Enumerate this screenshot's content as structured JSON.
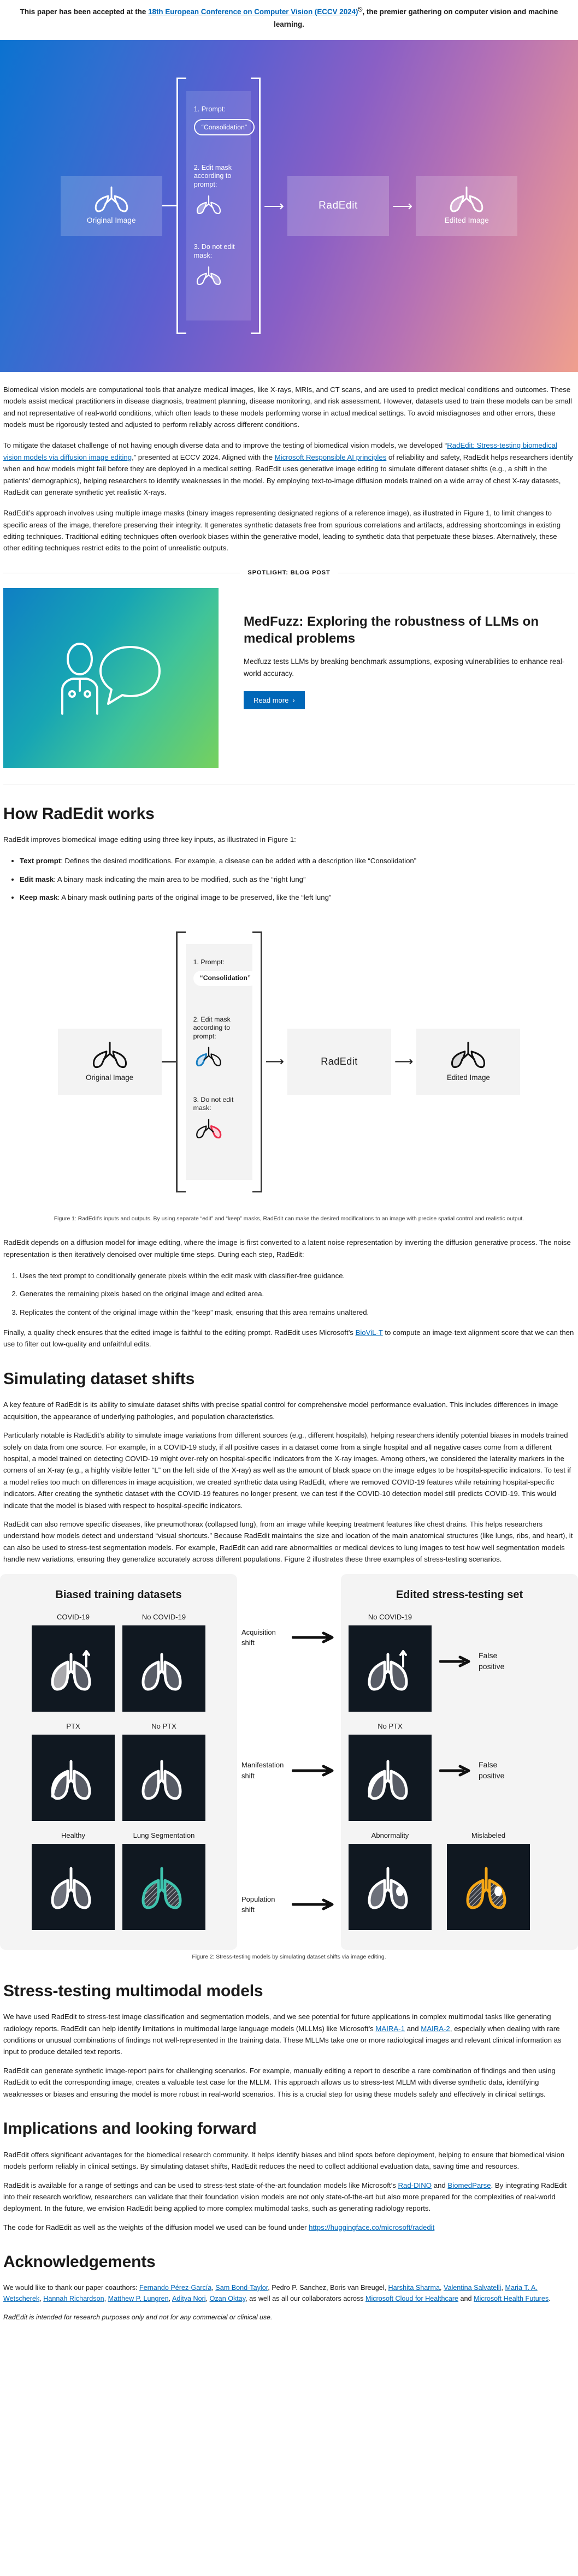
{
  "accepted_note": {
    "prefix": "This paper has been accepted at the ",
    "link": "18th European Conference on Computer Vision (ECCV 2024)",
    "suffix": ", the premier gathering on computer vision and machine learning."
  },
  "hero": {
    "original_label": "Original Image",
    "step1_title": "1. Prompt:",
    "prompt_pill": "“Consolidation”",
    "step2_title": "2. Edit mask according to prompt:",
    "step3_title": "3. Do not edit mask:",
    "radedit_label": "RadEdit",
    "edited_label": "Edited Image"
  },
  "intro": {
    "p1": "Biomedical vision models are computational tools that analyze medical images, like X-rays, MRIs, and CT scans, and are used to predict medical conditions and outcomes. These models assist medical practitioners in disease diagnosis, treatment planning, disease monitoring, and risk assessment. However, datasets used to train these models can be small and not representative of real-world conditions, which often leads to these models performing worse in actual medical settings. To avoid misdiagnoses and other errors, these models must be rigorously tested and adjusted to perform reliably across different conditions.",
    "p2_a": "To mitigate the dataset challenge of not having enough diverse data and to improve the testing of biomedical vision models, we developed “",
    "p2_link1": "RadEdit: Stress-testing biomedical vision models via diffusion image editing",
    "p2_b": ",” presented at ECCV 2024. Aligned with the ",
    "p2_link2": "Microsoft Responsible AI principles",
    "p2_c": " of reliability and safety, RadEdit helps researchers identify when and how models might fail before they are deployed in a medical setting. RadEdit uses generative image editing to simulate different dataset shifts (e.g., a shift in the patients’ demographics), helping researchers to identify weaknesses in the model. By employing text-to-image diffusion models trained on a wide array of chest X-ray datasets, RadEdit can generate synthetic yet realistic X-rays.",
    "p3": "RadEdit’s approach involves using multiple image masks (binary images representing designated regions of a reference image), as illustrated in Figure 1, to limit changes to specific areas of the image, therefore preserving their integrity. It generates synthetic datasets free from spurious correlations and artifacts, addressing shortcomings in existing editing techniques. Traditional editing techniques often overlook biases within the generative model, leading to synthetic data that perpetuate these biases. Alternatively, these other editing techniques restrict edits to the point of unrealistic outputs."
  },
  "spotlight": {
    "divider_label": "SPOTLIGHT: BLOG POST",
    "title": "MedFuzz: Exploring the robustness of LLMs on medical problems",
    "description": "Medfuzz tests LLMs by breaking benchmark assumptions, exposing vulnerabilities to enhance real-world accuracy.",
    "button_label": "Read more"
  },
  "how_it_works": {
    "heading": "How RadEdit works",
    "intro": "RadEdit improves biomedical image editing using three key inputs, as illustrated in Figure 1:",
    "bullets": [
      {
        "term": "Text prompt",
        "text": ": Defines the desired modifications. For example, a disease can be added with a description like “Consolidation”"
      },
      {
        "term": "Edit mask",
        "text": ": A binary mask indicating the main area to be modified, such as the “right lung”"
      },
      {
        "term": "Keep mask",
        "text": ": A binary mask outlining parts of the original image to be preserved, like the “left lung”"
      }
    ],
    "figure1_caption": "Figure 1: RadEdit’s inputs and outputs. By using separate “edit” and “keep” masks, RadEdit can make the desired modifications to an image with precise spatial control and realistic output.",
    "after_fig": "RadEdit depends on a diffusion model for image editing, where the image is first converted to a latent noise representation by inverting the diffusion generative process. The noise representation is then iteratively denoised over multiple time steps. During each step, RadEdit:",
    "steps": [
      "Uses the text prompt to conditionally generate pixels within the edit mask with classifier-free guidance.",
      "Generates the remaining pixels based on the original image and edited area.",
      "Replicates the content of the original image within the “keep” mask, ensuring that this area remains unaltered."
    ],
    "final_a": "Finally, a quality check ensures that the edited image is faithful to the editing prompt. RadEdit uses Microsoft’s ",
    "final_link": "BioViL-T",
    "final_b": " to compute an image-text alignment score that we can then use to filter out low-quality and unfaithful edits."
  },
  "dataset_shifts": {
    "heading": "Simulating dataset shifts",
    "p1": "A key feature of RadEdit is its ability to simulate dataset shifts with precise spatial control for comprehensive model performance evaluation. This includes differences in image acquisition, the appearance of underlying pathologies, and population characteristics.",
    "p2": "Particularly notable is RadEdit’s ability to simulate image variations from different sources (e.g., different hospitals), helping researchers identify potential biases in models trained solely on data from one source. For example, in a COVID-19 study, if all positive cases in a dataset come from a single hospital and all negative cases come from a different hospital, a model trained on detecting COVID-19 might over-rely on hospital-specific indicators from the X-ray images. Among others, we considered the laterality markers in the corners of an X-ray (e.g., a highly visible letter “L” on the left side of the X-ray) as well as the amount of black space on the image edges to be hospital-specific indicators. To test if a model relies too much on differences in image acquisition, we created synthetic data using RadEdit, where we removed COVID-19 features while retaining hospital-specific indicators. After creating the synthetic dataset with the COVID-19 features no longer present, we can test if the COVID-10 detection model still predicts COVID-19. This would indicate that the model is biased with respect to hospital-specific indicators.",
    "p3": "RadEdit can also remove specific diseases, like pneumothorax (collapsed lung), from an image while keeping treatment features like chest drains. This helps researchers understand how models detect and understand “visual shortcuts.” Because RadEdit maintains the size and location of the main anatomical structures (like lungs, ribs, and heart), it can also be used to stress-test segmentation models. For example, RadEdit can add rare abnormalities or medical devices to lung images to test how well segmentation models handle new variations, ensuring they generalize accurately across different populations. Figure 2 illustrates these three examples of stress-testing scenarios.",
    "figure2_caption": "Figure 2: Stress-testing models by simulating dataset shifts via image editing."
  },
  "chart_data": {
    "type": "diagram",
    "title": "Figure 2: Stress-testing models by simulating dataset shifts via image editing.",
    "panels": [
      {
        "name": "left",
        "title": "Biased training datasets"
      },
      {
        "name": "right",
        "title": "Edited stress-testing set"
      }
    ],
    "rows": [
      {
        "shift": "Acquisition shift",
        "training": [
          "COVID-19",
          "No COVID-19"
        ],
        "edited": [
          "No COVID-19"
        ],
        "outcome": "False positive"
      },
      {
        "shift": "Manifestation shift",
        "training": [
          "PTX",
          "No PTX"
        ],
        "edited": [
          "No PTX"
        ],
        "outcome": "False positive"
      },
      {
        "shift": "Population shift",
        "training": [
          "Healthy",
          "Lung Segmentation"
        ],
        "edited": [
          "Abnormality",
          "Mislabeled"
        ],
        "outcome": ""
      }
    ]
  },
  "multimodal": {
    "heading": "Stress-testing multimodal models",
    "p1_a": "We have used RadEdit to stress-test image classification and segmentation models, and we see potential for future applications in complex multimodal tasks like generating radiology reports. RadEdit can help identify limitations in multimodal large language models (MLLMs) like Microsoft’s ",
    "p1_link1": "MAIRA-1",
    "p1_mid": " and ",
    "p1_link2": "MAIRA-2",
    "p1_b": ", especially when dealing with rare conditions or unusual combinations of findings not well-represented in the training data. These MLLMs take one or more radiological images and relevant clinical information as input to produce detailed text reports.",
    "p2": "RadEdit can generate synthetic image-report pairs for challenging scenarios. For example, manually editing a report to describe a rare combination of findings and then using RadEdit to edit the corresponding image, creates a valuable test case for the MLLM. This approach allows us to stress-test MLLM with diverse synthetic data, identifying weaknesses or biases and ensuring the model is more robust in real-world scenarios. This is a crucial step for using these models safely and effectively in clinical settings."
  },
  "implications": {
    "heading": "Implications and looking forward",
    "p1": "RadEdit offers significant advantages for the biomedical research community. It helps identify biases and blind spots before deployment, helping to ensure that biomedical vision models perform reliably in clinical settings. By simulating dataset shifts, RadEdit reduces the need to collect additional evaluation data, saving time and resources.",
    "p2_a": "RadEdit is available for a range of settings and can be used to stress-test state-of-the-art foundation models like Microsoft’s ",
    "p2_link1": "Rad-DINO",
    "p2_mid1": " and ",
    "p2_link2": "BiomedParse",
    "p2_b": ". By integrating RadEdit into their research workflow, researchers can validate that their foundation vision models are not only state-of-the-art but also more prepared for the complexities of real-world deployment. In the future, we envision RadEdit being applied to more complex multimodal tasks, such as generating radiology reports.",
    "p3_a": "The code for RadEdit as well as the weights of the diffusion model we used can be found under ",
    "p3_link": "https://huggingface.co/microsoft/radedit"
  },
  "acknowledgements": {
    "heading": "Acknowledgements",
    "intro": "We would like to thank our paper coauthors: ",
    "authors": [
      "Fernando Pérez-García",
      "Sam Bond-Taylor",
      "Pedro P. Sanchez",
      "Boris van Breugel",
      "Harshita Sharma",
      "Valentina Salvatelli",
      "Maria T. A. Wetscherek",
      "Hannah Richardson",
      "Matthew P. Lungren",
      "Aditya Nori",
      "Ozan Oktay"
    ],
    "suffix": ", as well as all our collaborators across ",
    "link1": "Microsoft Cloud for Healthcare",
    "mid": " and ",
    "link2": "Microsoft Health Futures",
    "closing": ".",
    "note": "RadEdit is intended for research purposes only and not for any commercial or clinical use."
  }
}
